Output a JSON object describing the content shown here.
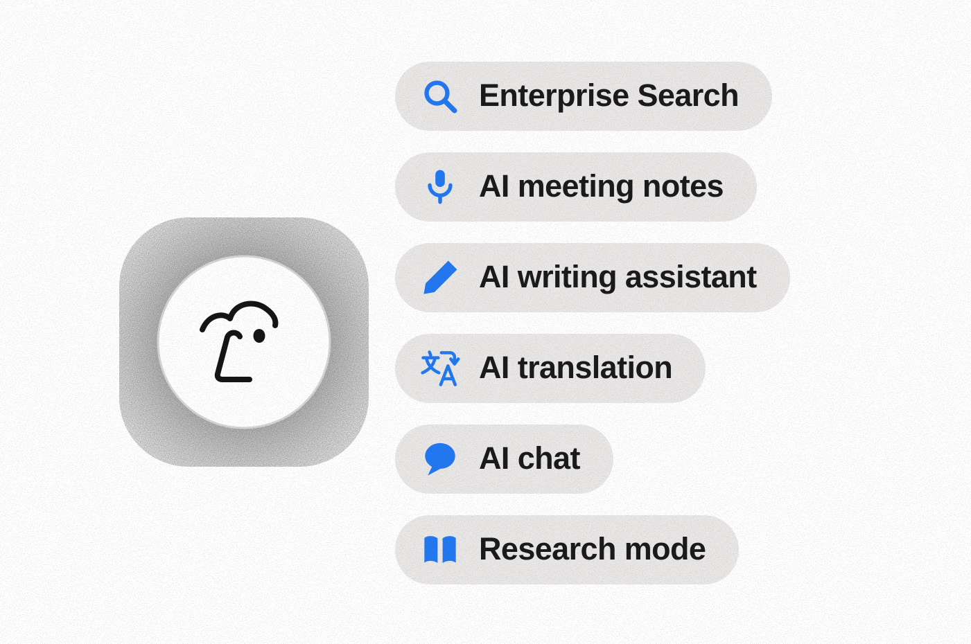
{
  "accent_color": "#2379F2",
  "pill_background": "#EAE7E7",
  "text_color": "#1b1b1b",
  "logo": {
    "name": "face-logo",
    "description": "rounded-square grainy badge with white circle face illustration"
  },
  "pills": [
    {
      "id": "enterprise-search",
      "icon": "search-icon",
      "label": "Enterprise Search"
    },
    {
      "id": "ai-meeting-notes",
      "icon": "mic-icon",
      "label": "AI meeting notes"
    },
    {
      "id": "ai-writing-assistant",
      "icon": "pen-icon",
      "label": "AI writing assistant"
    },
    {
      "id": "ai-translation",
      "icon": "translate-icon",
      "label": "AI translation"
    },
    {
      "id": "ai-chat",
      "icon": "chat-icon",
      "label": "AI chat"
    },
    {
      "id": "research-mode",
      "icon": "book-icon",
      "label": "Research mode"
    }
  ]
}
